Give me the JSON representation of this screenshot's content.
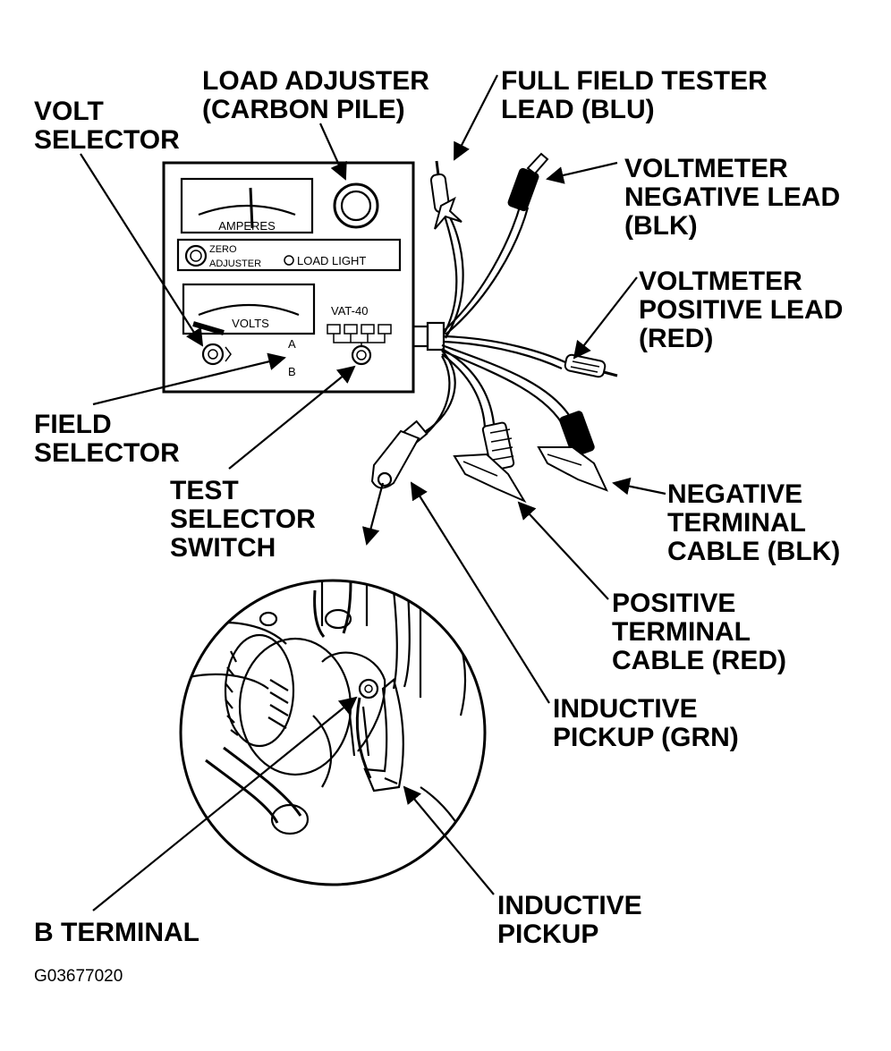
{
  "callouts": {
    "load_adjuster": [
      "LOAD ADJUSTER",
      "(CARBON PILE)"
    ],
    "full_field_tester_lead": [
      "FULL FIELD TESTER",
      "LEAD (BLU)"
    ],
    "volt_selector": [
      "VOLT",
      "SELECTOR"
    ],
    "voltmeter_negative_lead": [
      "VOLTMETER",
      "NEGATIVE LEAD",
      "(BLK)"
    ],
    "voltmeter_positive_lead": [
      "VOLTMETER",
      "POSITIVE LEAD",
      "(RED)"
    ],
    "field_selector": [
      "FIELD",
      "SELECTOR"
    ],
    "test_selector_switch": [
      "TEST",
      "SELECTOR",
      "SWITCH"
    ],
    "negative_terminal_cable": [
      "NEGATIVE",
      "TERMINAL",
      "CABLE (BLK)"
    ],
    "positive_terminal_cable": [
      "POSITIVE",
      "TERMINAL",
      "CABLE (RED)"
    ],
    "inductive_pickup_grn": [
      "INDUCTIVE",
      "PICKUP (GRN)"
    ],
    "inductive_pickup": [
      "INDUCTIVE",
      "PICKUP"
    ],
    "b_terminal": [
      "B TERMINAL"
    ]
  },
  "instrument": {
    "amperes_label": "AMPERES",
    "zero_adjuster_label": [
      "ZERO",
      "ADJUSTER"
    ],
    "load_light_label": "LOAD LIGHT",
    "volts_label": "VOLTS",
    "model_label": "VAT-40",
    "field_positions": [
      "A",
      "B"
    ]
  },
  "figure_id": "G03677020"
}
